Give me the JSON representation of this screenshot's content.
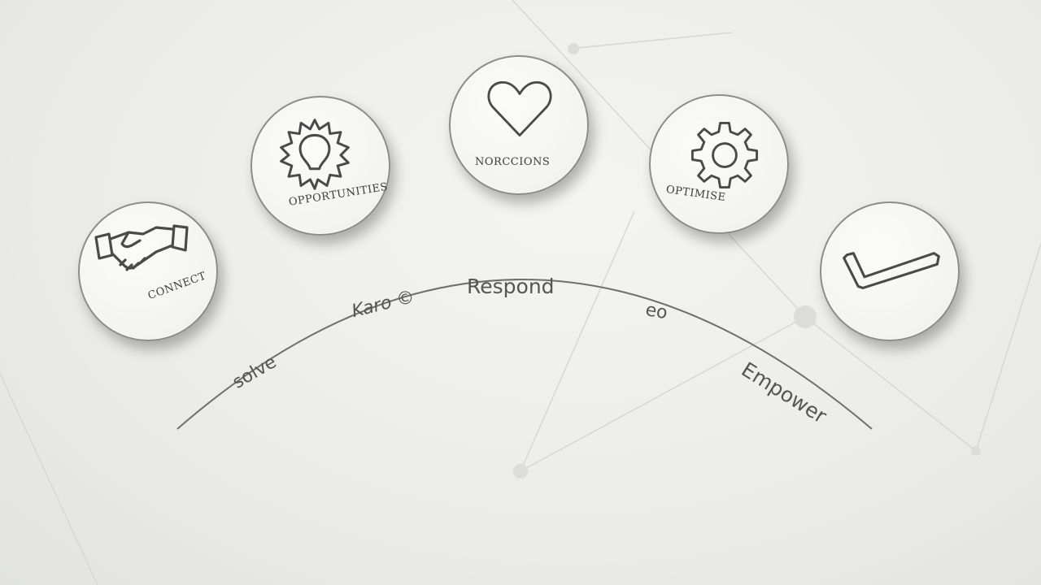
{
  "nodes": [
    {
      "id": "handshake",
      "icon": "handshake-icon",
      "label": "CONNECT"
    },
    {
      "id": "sun",
      "icon": "sun-idea-icon",
      "label": "OPPORTUNITIES"
    },
    {
      "id": "heart",
      "icon": "heart-icon",
      "label": "NORCCIONS"
    },
    {
      "id": "gear",
      "icon": "gear-icon",
      "label": "OPTIMISE"
    },
    {
      "id": "check",
      "icon": "checkmark-icon",
      "label": ""
    }
  ],
  "stages": {
    "left": "solve",
    "left_mid": "Karo ©",
    "center": "Respond",
    "right_mid": "eo",
    "right": "Empower"
  },
  "colors": {
    "background": "#ececea",
    "arc": "#6f6f6d",
    "icon": "#4a4a4a"
  }
}
